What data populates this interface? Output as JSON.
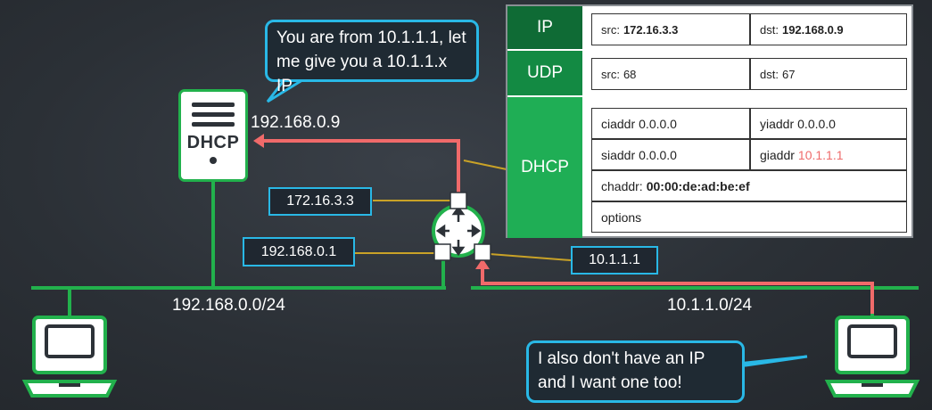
{
  "server": {
    "label": "DHCP",
    "ip": "192.168.0.9"
  },
  "server_bubble": [
    "You are from 10.1.1.1, let",
    "me give you a 10.1.1.x IP"
  ],
  "client_bubble": [
    "I also don't have an IP",
    "and I want one too!"
  ],
  "router_ips": {
    "top": "172.16.3.3",
    "left": "192.168.0.1",
    "right": "10.1.1.1"
  },
  "networks": {
    "left": "192.168.0.0/24",
    "right": "10.1.1.0/24"
  },
  "packet": {
    "ip": {
      "title": "IP",
      "src_label": "src:",
      "src": "172.16.3.3",
      "dst_label": "dst:",
      "dst": "192.168.0.9"
    },
    "udp": {
      "title": "UDP",
      "src_label": "src:",
      "src": "68",
      "dst_label": "dst:",
      "dst": "67"
    },
    "dhcp": {
      "title": "DHCP",
      "ciaddr_label": "ciaddr",
      "ciaddr": "0.0.0.0",
      "yiaddr_label": "yiaddr",
      "yiaddr": "0.0.0.0",
      "siaddr_label": "siaddr",
      "siaddr": "0.0.0.0",
      "giaddr_label": "giaddr",
      "giaddr": "10.1.1.1",
      "chaddr_label": "chaddr:",
      "chaddr": "00:00:de:ad:be:ef",
      "options_label": "options"
    }
  },
  "colors": {
    "network": "#22b14c",
    "path": "#f06a6a",
    "link": "#c9a227",
    "callout": "#29b8e6",
    "header_dark": "#0f6b35",
    "header_mid": "#138a43",
    "header_light": "#1fae55"
  }
}
